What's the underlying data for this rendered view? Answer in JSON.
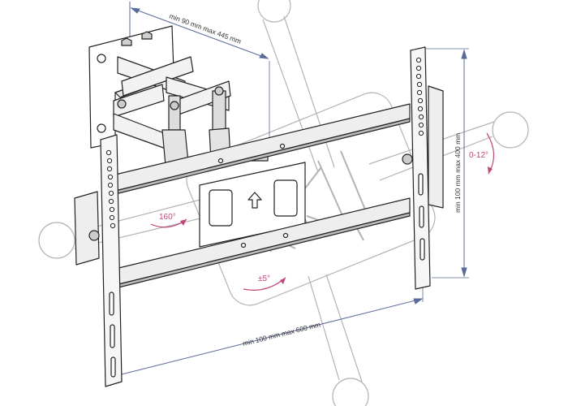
{
  "dimensions": {
    "arm_extension": "min 90 mm max 445 mm",
    "horizontal_spacing": "min 100 mm max 600 mm",
    "vertical_spacing": "min 100 mm max 400 mm"
  },
  "angles": {
    "swivel": "160°",
    "tilt": "0-12°",
    "level": "±5°"
  },
  "colors": {
    "line": "#222222",
    "dimension_line": "#5a6b9a",
    "angle_annotation": "#c0457a",
    "watermark": "#9a9a9a"
  },
  "icons": {
    "direction_arrow": "up-arrow-icon"
  }
}
